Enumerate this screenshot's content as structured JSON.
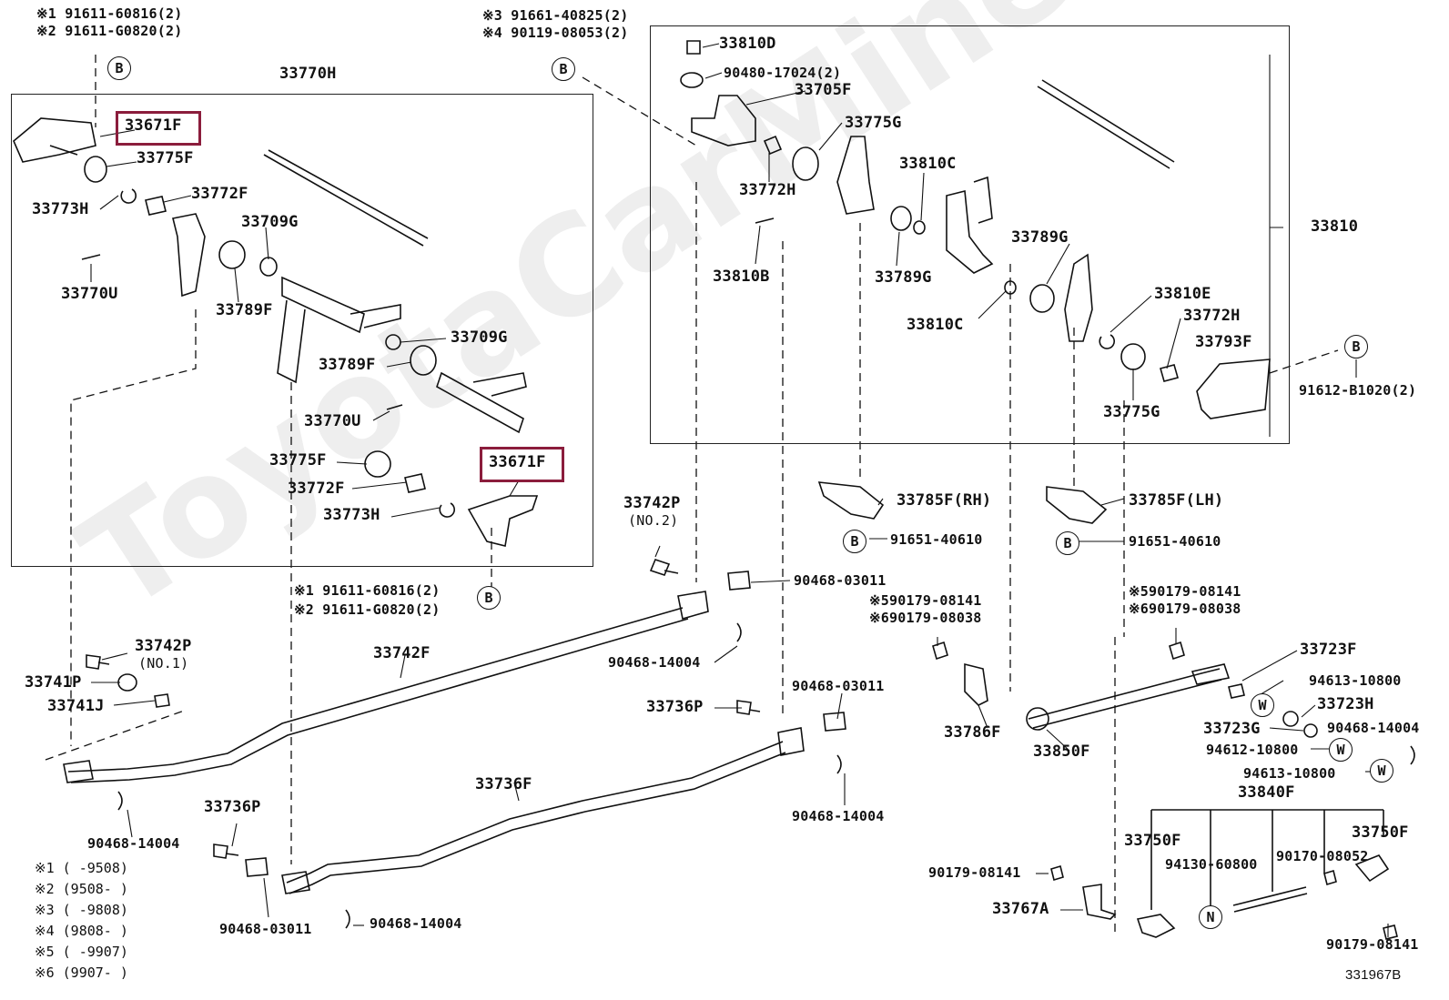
{
  "watermark": "ToyotaCarMine.ru",
  "diagram_code": "331967B",
  "callouts": {
    "top_left_1": "※1 91611-60816(2)",
    "top_left_2": "※2 91611-G0820(2)",
    "top_mid_3": "※3 91661-40825(2)",
    "top_mid_4": "※4 90119-08053(2)",
    "mid_1": "※1 91611-60816(2)",
    "mid_2": "※2 91611-G0820(2)",
    "right_5a": "※590179-08141",
    "right_6a": "※690179-08038",
    "right_5b": "※590179-08141",
    "right_6b": "※690179-08038"
  },
  "labels": {
    "p33770H": "33770H",
    "p33671F_a": "33671F",
    "p33775F_a": "33775F",
    "p33772F_a": "33772F",
    "p33773H_a": "33773H",
    "p33709G_a": "33709G",
    "p33770U_a": "33770U",
    "p33789F_a": "33789F",
    "p33709G_b": "33709G",
    "p33789F_b": "33789F",
    "p33770U_b": "33770U",
    "p33775F_b": "33775F",
    "p33671F_b": "33671F",
    "p33772F_b": "33772F",
    "p33773H_b": "33773H",
    "p33810D": "33810D",
    "p90480": "90480-17024(2)",
    "p33705F": "33705F",
    "p33775G_a": "33775G",
    "p33810C_a": "33810C",
    "p33772H_a": "33772H",
    "p33810B": "33810B",
    "p33789G_a": "33789G",
    "p33789G_b": "33789G",
    "p33810C_b": "33810C",
    "p33810E": "33810E",
    "p33772H_b": "33772H",
    "p33793F": "33793F",
    "p33775G_b": "33775G",
    "p33810": "33810",
    "p91612": "91612-B1020(2)",
    "p33785F_rh": "33785F(RH)",
    "p33785F_lh": "33785F(LH)",
    "p91651_a": "91651-40610",
    "p91651_b": "91651-40610",
    "p33742P_a": "33742P",
    "p33742P_a_sub": "(NO.2)",
    "p90468_03011_a": "90468-03011",
    "p33742P_b": "33742P",
    "p33742P_b_sub": "(NO.1)",
    "p33741P": "33741P",
    "p33741J": "33741J",
    "p33742F": "33742F",
    "p90468_14004_a": "90468-14004",
    "p90468_03011_b": "90468-03011",
    "p33736P_a": "33736P",
    "p33736F": "33736F",
    "p90468_14004_b": "90468-14004",
    "p33736P_b": "33736P",
    "p90468_14004_c": "90468-14004",
    "p90468_03011_c": "90468-03011",
    "p90468_14004_d": "90468-14004",
    "p33786F": "33786F",
    "p33850F": "33850F",
    "p33723F": "33723F",
    "p94613_a": "94613-10800",
    "p33723H": "33723H",
    "p33723G": "33723G",
    "p90468_14004_e": "90468-14004",
    "p94612": "94612-10800",
    "p94613_b": "94613-10800",
    "p33840F": "33840F",
    "p33750F_a": "33750F",
    "p33750F_b": "33750F",
    "p94130": "94130-60800",
    "p90170": "90170-08052",
    "p90179_a": "90179-08141",
    "p33767A": "33767A",
    "p90179_b": "90179-08141"
  },
  "circle_marks": {
    "B": "B",
    "W": "W",
    "N": "N"
  },
  "legend": [
    {
      "mark": "※1",
      "range": "(      -9508)"
    },
    {
      "mark": "※2",
      "range": "(9508-      )"
    },
    {
      "mark": "※3",
      "range": "(      -9808)"
    },
    {
      "mark": "※4",
      "range": "(9808-      )"
    },
    {
      "mark": "※5",
      "range": "(      -9907)"
    },
    {
      "mark": "※6",
      "range": "(9907-      )"
    }
  ]
}
